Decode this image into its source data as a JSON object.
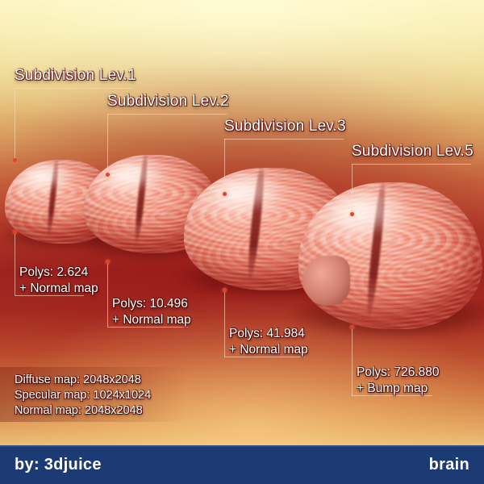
{
  "title": "brain",
  "author_line": "by: 3djuice",
  "footer": {
    "left": "by: 3djuice",
    "right": "brain"
  },
  "labels": [
    {
      "text": "Subdivision Lev.1"
    },
    {
      "text": "Subdivision Lev.2"
    },
    {
      "text": "Subdivision Lev.3"
    },
    {
      "text": "Subdivision Lev.5"
    }
  ],
  "poly_callouts": [
    {
      "polys": "Polys: 2.624",
      "map": "+ Normal map"
    },
    {
      "polys": "Polys: 10.496",
      "map": "+ Normal map"
    },
    {
      "polys": "Polys: 41.984",
      "map": "+ Normal map"
    },
    {
      "polys": "Polys: 726.880",
      "map": "+ Bump map"
    }
  ],
  "texture_maps": [
    "Diffuse map: 2048x2048",
    "Specular map: 1024x1024",
    "Normal map: 2048x2048"
  ],
  "colors": {
    "footer_background": "#1c3a74",
    "footer_text": "#ffffff",
    "label_text": "#ffffff",
    "leader_line": "#ffd6be",
    "leader_dot": "#e0442c",
    "background_top": "#fdf4c4",
    "background_mid": "#9e2420",
    "background_bottom": "#f3d89f",
    "brain_surface": "#eb9b8c"
  }
}
